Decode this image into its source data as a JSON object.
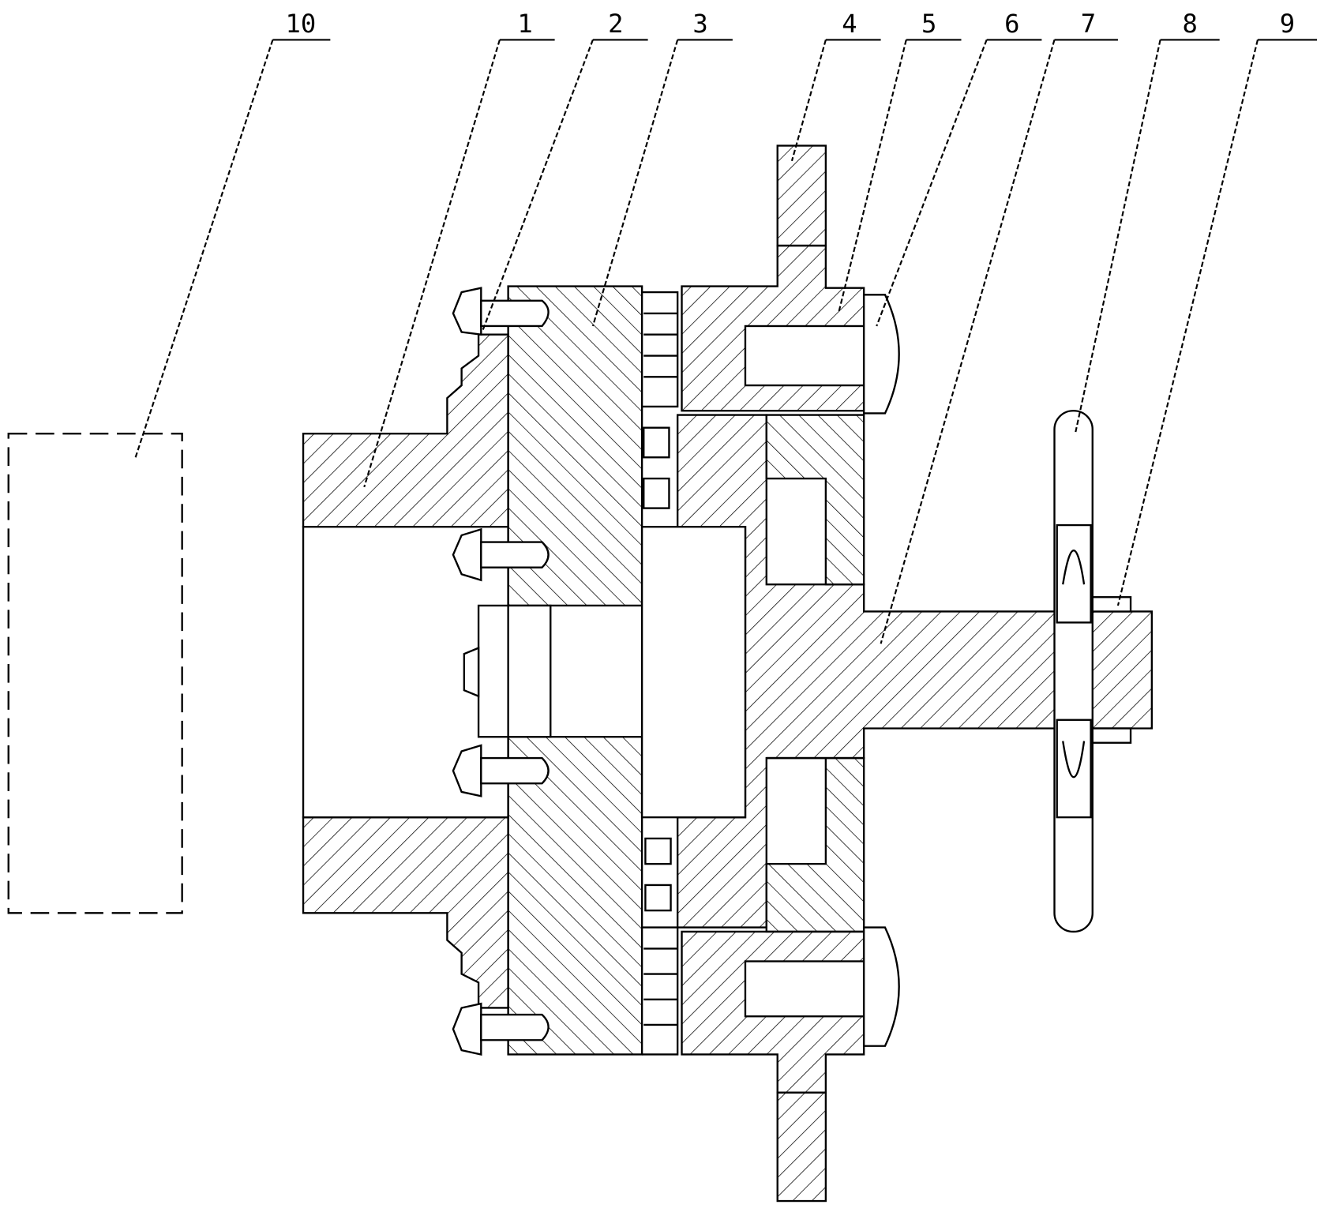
{
  "figure": {
    "type": "mechanical cross-section drawing",
    "labels": [
      "10",
      "1",
      "2",
      "3",
      "4",
      "5",
      "6",
      "7",
      "8",
      "9"
    ]
  }
}
